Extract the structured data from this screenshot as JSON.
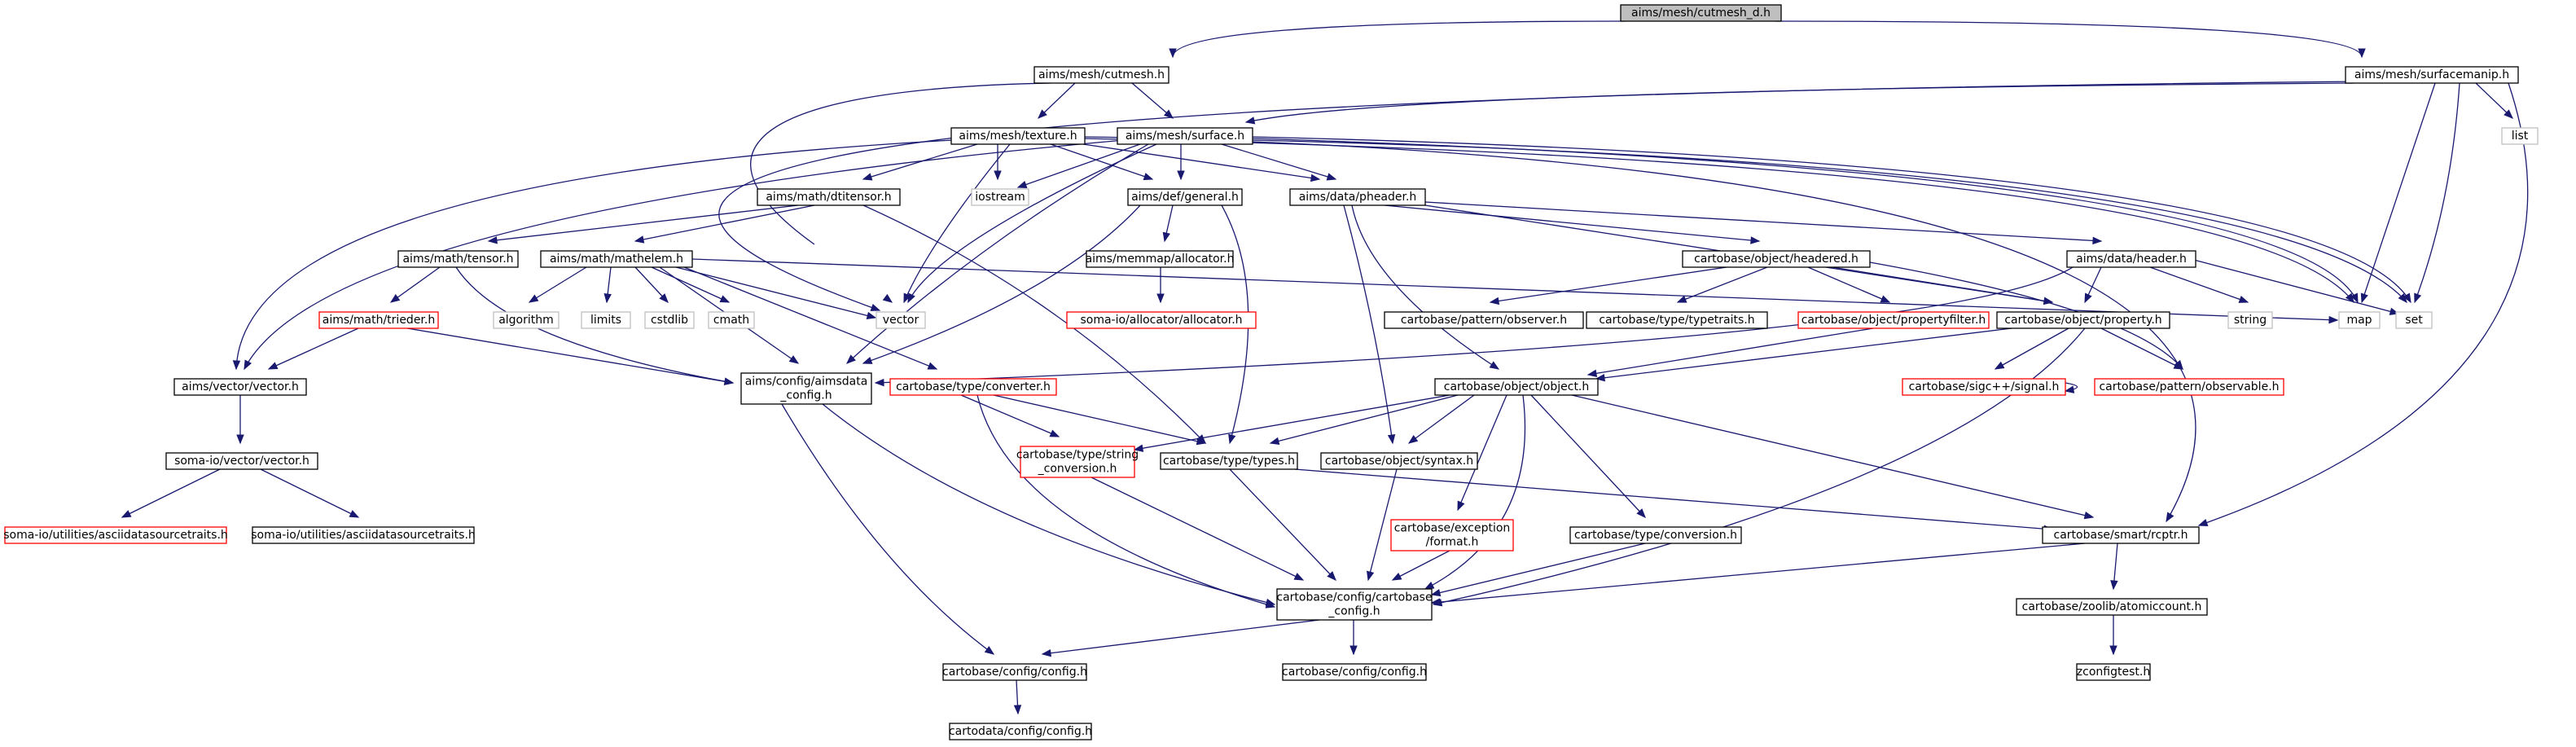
{
  "nodes": [
    {
      "id": "root",
      "style": "root",
      "lines": [
        "aims/mesh/cutmesh_d.h"
      ]
    },
    {
      "id": "cutmesh",
      "style": "black",
      "lines": [
        "aims/mesh/cutmesh.h"
      ]
    },
    {
      "id": "surfacemanip",
      "style": "black",
      "lines": [
        "aims/mesh/surfacemanip.h"
      ]
    },
    {
      "id": "texture",
      "style": "black",
      "lines": [
        "aims/mesh/texture.h"
      ]
    },
    {
      "id": "surface",
      "style": "black",
      "lines": [
        "aims/mesh/surface.h"
      ]
    },
    {
      "id": "list",
      "style": "gray",
      "lines": [
        "list"
      ]
    },
    {
      "id": "dtitensor",
      "style": "black",
      "lines": [
        "aims/math/dtitensor.h"
      ]
    },
    {
      "id": "iostream",
      "style": "gray",
      "lines": [
        "iostream"
      ]
    },
    {
      "id": "general",
      "style": "black",
      "lines": [
        "aims/def/general.h"
      ]
    },
    {
      "id": "pheader",
      "style": "black",
      "lines": [
        "aims/data/pheader.h"
      ]
    },
    {
      "id": "tensor",
      "style": "black",
      "lines": [
        "aims/math/tensor.h"
      ]
    },
    {
      "id": "mathelem",
      "style": "black",
      "lines": [
        "aims/math/mathelem.h"
      ]
    },
    {
      "id": "allocator",
      "style": "black",
      "lines": [
        "aims/memmap/allocator.h"
      ]
    },
    {
      "id": "headered",
      "style": "black",
      "lines": [
        "cartobase/object/headered.h"
      ]
    },
    {
      "id": "dheader",
      "style": "black",
      "lines": [
        "aims/data/header.h"
      ]
    },
    {
      "id": "algorithm",
      "style": "gray",
      "lines": [
        "algorithm"
      ]
    },
    {
      "id": "limits",
      "style": "gray",
      "lines": [
        "limits"
      ]
    },
    {
      "id": "cstdlib",
      "style": "gray",
      "lines": [
        "cstdlib"
      ]
    },
    {
      "id": "cmath",
      "style": "gray",
      "lines": [
        "cmath"
      ]
    },
    {
      "id": "vector",
      "style": "gray",
      "lines": [
        "vector"
      ]
    },
    {
      "id": "trieder",
      "style": "red",
      "lines": [
        "aims/math/trieder.h"
      ]
    },
    {
      "id": "somaalloc",
      "style": "red",
      "lines": [
        "soma-io/allocator/allocator.h"
      ]
    },
    {
      "id": "observer",
      "style": "black",
      "lines": [
        "cartobase/pattern/observer.h"
      ]
    },
    {
      "id": "typetraits",
      "style": "black",
      "lines": [
        "cartobase/type/typetraits.h"
      ]
    },
    {
      "id": "propfilter",
      "style": "red",
      "lines": [
        "cartobase/object/propertyfilter.h"
      ]
    },
    {
      "id": "property",
      "style": "black",
      "lines": [
        "cartobase/object/property.h"
      ]
    },
    {
      "id": "string",
      "style": "gray",
      "lines": [
        "string"
      ]
    },
    {
      "id": "map",
      "style": "gray",
      "lines": [
        "map"
      ]
    },
    {
      "id": "set",
      "style": "gray",
      "lines": [
        "set"
      ]
    },
    {
      "id": "avector",
      "style": "black",
      "lines": [
        "aims/vector/vector.h"
      ]
    },
    {
      "id": "aimsdata",
      "style": "black",
      "lines": [
        "aims/config/aimsdata",
        "_config.h"
      ]
    },
    {
      "id": "converter",
      "style": "red",
      "lines": [
        "cartobase/type/converter.h"
      ]
    },
    {
      "id": "object",
      "style": "black",
      "lines": [
        "cartobase/object/object.h"
      ]
    },
    {
      "id": "signal",
      "style": "red",
      "lines": [
        "cartobase/sigc++/signal.h"
      ]
    },
    {
      "id": "observable",
      "style": "red",
      "lines": [
        "cartobase/pattern/observable.h"
      ]
    },
    {
      "id": "svector",
      "style": "black",
      "lines": [
        "soma-io/vector/vector.h"
      ]
    },
    {
      "id": "strconv",
      "style": "red",
      "lines": [
        "cartobase/type/string",
        "_conversion.h"
      ]
    },
    {
      "id": "types",
      "style": "black",
      "lines": [
        "cartobase/type/types.h"
      ]
    },
    {
      "id": "syntax",
      "style": "black",
      "lines": [
        "cartobase/object/syntax.h"
      ]
    },
    {
      "id": "ascii1",
      "style": "red",
      "lines": [
        "soma-io/utilities/asciidatasourcetraits.h"
      ]
    },
    {
      "id": "ascii2",
      "style": "black",
      "lines": [
        "soma-io/utilities/asciidatasourcetraits.h"
      ]
    },
    {
      "id": "format",
      "style": "red",
      "lines": [
        "cartobase/exception",
        "/format.h"
      ]
    },
    {
      "id": "conversion",
      "style": "black",
      "lines": [
        "cartobase/type/conversion.h"
      ]
    },
    {
      "id": "rcptr",
      "style": "black",
      "lines": [
        "cartobase/smart/rcptr.h"
      ]
    },
    {
      "id": "cbconfig",
      "style": "black",
      "lines": [
        "cartobase/config/cartobase",
        "_config.h"
      ]
    },
    {
      "id": "atomiccount",
      "style": "black",
      "lines": [
        "cartobase/zoolib/atomiccount.h"
      ]
    },
    {
      "id": "config1",
      "style": "black",
      "lines": [
        "cartobase/config/config.h"
      ]
    },
    {
      "id": "config2",
      "style": "black",
      "lines": [
        "cartobase/config/config.h"
      ]
    },
    {
      "id": "zconfigtest",
      "style": "black",
      "lines": [
        "zconfigtest.h"
      ]
    },
    {
      "id": "cdconfig",
      "style": "black",
      "lines": [
        "cartodata/config/config.h"
      ]
    }
  ]
}
